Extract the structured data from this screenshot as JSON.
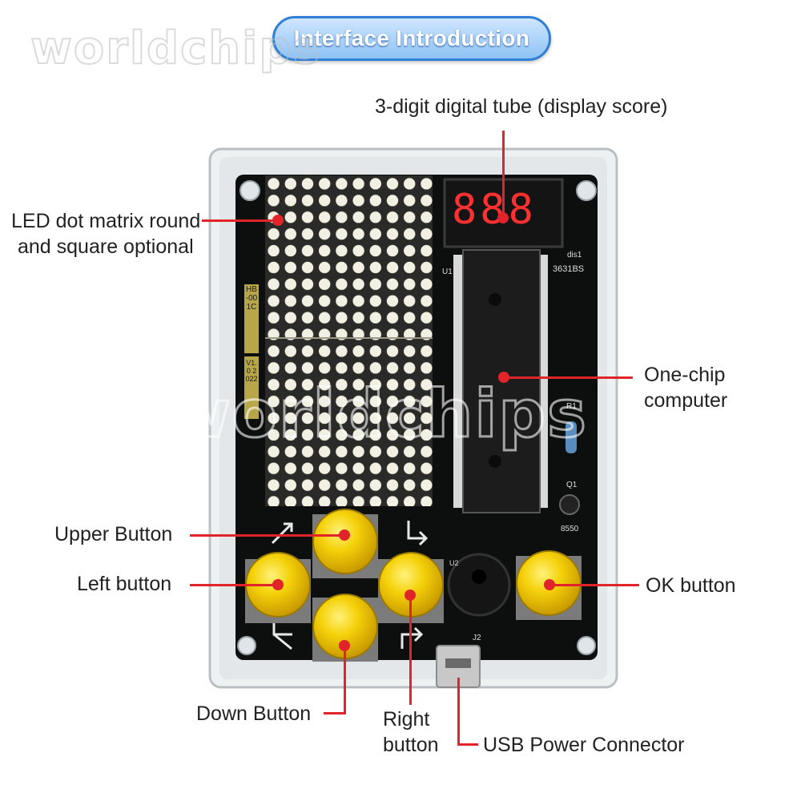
{
  "header": {
    "title": "Interface Introduction"
  },
  "watermark": {
    "text": "worldchips"
  },
  "board": {
    "silk_dis": "dis1",
    "silk_part": "3631BS",
    "silk_u1": "U1",
    "silk_r1": "R1",
    "silk_q1": "Q1",
    "silk_8550": "8550",
    "silk_u2": "U2",
    "silk_j2": "J2",
    "side_label_1": "HB-001C",
    "side_label_2": "V1.0 2022",
    "display_digits": "888"
  },
  "callouts": {
    "display": "3-digit digital tube (display score)",
    "matrix_line1": "LED dot matrix round",
    "matrix_line2": "and square optional",
    "mcu_line1": "One-chip",
    "mcu_line2": "computer",
    "upper": "Upper Button",
    "left": "Left button",
    "ok": "OK button",
    "down": "Down Button",
    "right_line1": "Right",
    "right_line2": "button",
    "usb": "USB Power Connector"
  },
  "colors": {
    "accent_line": "#e0242a",
    "button": "#f5d10a",
    "pcb": "#0d0f0e",
    "title": "#2f7fd6"
  }
}
